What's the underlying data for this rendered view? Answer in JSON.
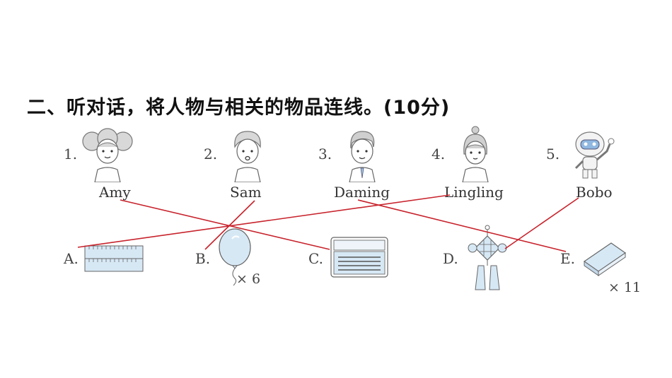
{
  "title": "二、听对话，将人物与相关的物品连线。(10分)",
  "people": [
    {
      "num": "1.",
      "name": "Amy"
    },
    {
      "num": "2.",
      "name": "Sam"
    },
    {
      "num": "3.",
      "name": "Daming"
    },
    {
      "num": "4.",
      "name": "Lingling"
    },
    {
      "num": "5.",
      "name": "Bobo"
    }
  ],
  "items": [
    {
      "letter": "A.",
      "icon": "ruler-icon"
    },
    {
      "letter": "B.",
      "icon": "balloon-icon",
      "qty": "× 6"
    },
    {
      "letter": "C.",
      "icon": "pencil-box-icon"
    },
    {
      "letter": "D.",
      "icon": "chinese-knot-icon"
    },
    {
      "letter": "E.",
      "icon": "eraser-icon",
      "qty": "× 11"
    }
  ],
  "colors": {
    "line": "#c8232c",
    "outline": "#6a6a6a",
    "light_blue": "#d7e8f5"
  }
}
